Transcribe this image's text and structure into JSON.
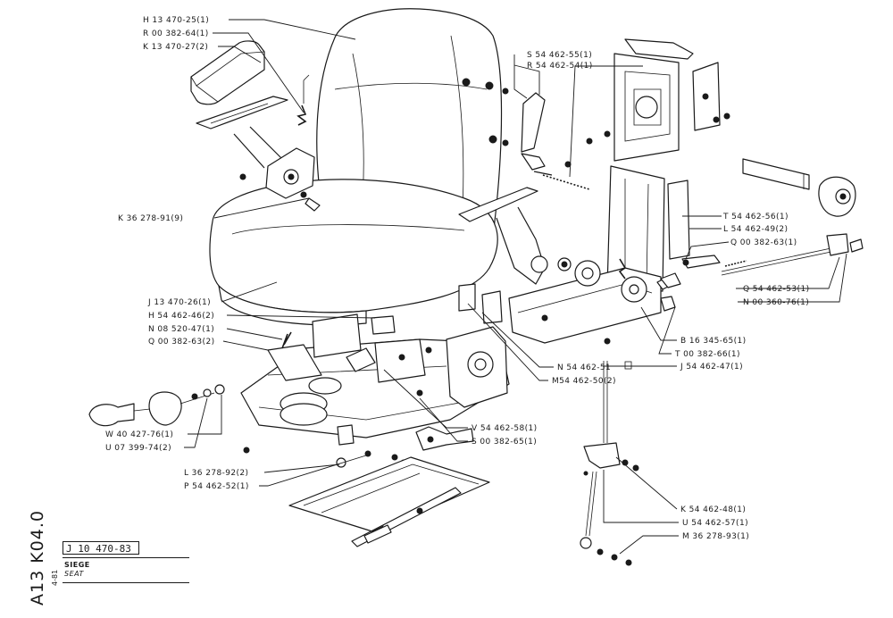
{
  "document": {
    "code": "A13 K04.0",
    "small_code": "4-81",
    "reference": "J 10 470-83",
    "title_fr": "SIEGE",
    "title_en": "SEAT"
  },
  "labels": {
    "h13470_25": "H 13 470-25(1)",
    "r00382_64": "R 00 382-64(1)",
    "k13470_27": "K 13 470-27(2)",
    "k36278_91": "K 36 278-91(9)",
    "j13470_26": "J 13 470-26(1)",
    "h54462_46": "H 54 462-46(2)",
    "n08520_47": "N 08 520-47(1)",
    "q00382_63a": "Q 00 382-63(2)",
    "w40427_76": "W 40 427-76(1)",
    "u07399_74": "U 07 399-74(2)",
    "l36278_92": "L 36 278-92(2)",
    "p54462_52": "P 54 462-52(1)",
    "s54462_55": "S 54 462-55(1)",
    "r54462_54": "R 54 462-54(1)",
    "t54462_56": "T 54 462-56(1)",
    "l54462_49": "L 54 462-49(2)",
    "q00382_63b": "Q 00 382-63(1)",
    "q54462_53": "Q 54 462-53(1)",
    "n00360_76": "N 00 360-76(1)",
    "b16345_65": "B 16 345-65(1)",
    "t00382_66": "T 00 382-66(1)",
    "j54462_47": "J 54 462-47(1)",
    "n54462_51": "N 54 462-51",
    "m54462_50": "M54 462-50(2)",
    "v54462_58": "V 54 462-58(1)",
    "s00382_65": "S 00 382-65(1)",
    "k54462_48": "K 54 462-48(1)",
    "u54462_57": "U 54 462-57(1)",
    "m36278_93": "M 36 278-93(1)"
  }
}
